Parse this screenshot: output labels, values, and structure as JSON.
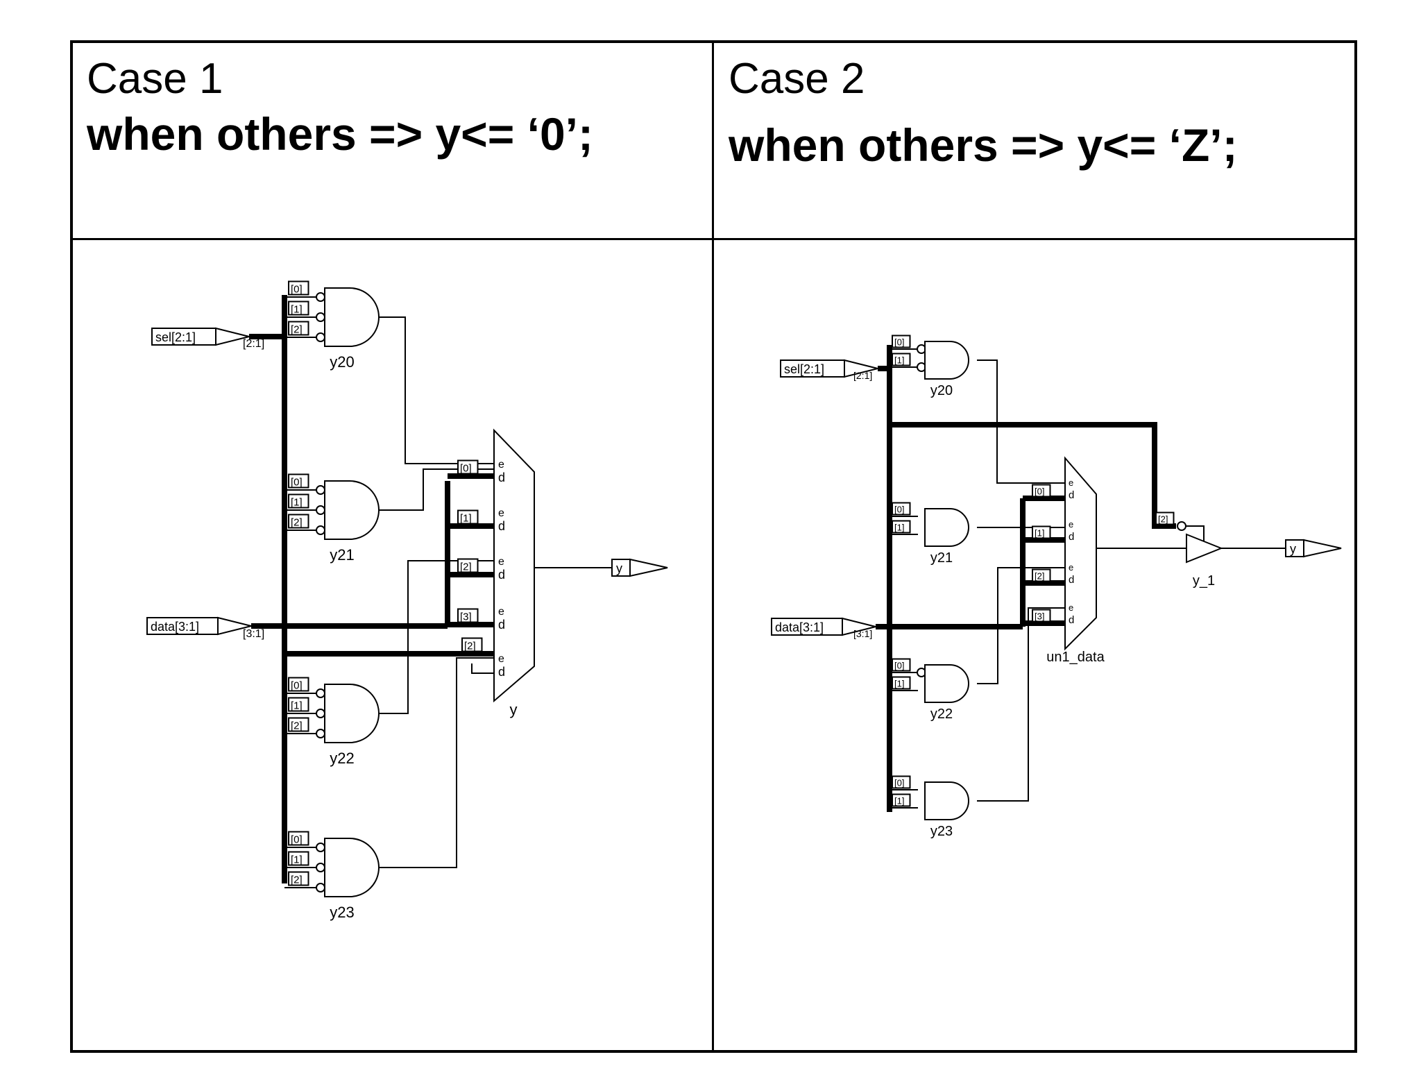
{
  "case1": {
    "title": "Case 1",
    "code": "when others => y<= ‘0’;",
    "schematic": {
      "sel_port": "sel[2:1]",
      "sel_bus": "[2:1]",
      "data_port": "data[3:1]",
      "data_bus": "[3:1]",
      "gates": [
        "y20",
        "y21",
        "y22",
        "y23"
      ],
      "gate_pins": [
        "[0]",
        "[1]",
        "[2]"
      ],
      "mux_label": "y",
      "mux_data_pins": [
        "[0]",
        "[1]",
        "[2]",
        "[3]",
        "[2]"
      ],
      "mux_port_e": "e",
      "mux_port_d": "d",
      "output_port": "y"
    }
  },
  "case2": {
    "title": "Case 2",
    "code": "when others => y<= ‘Z’;",
    "schematic": {
      "sel_port": "sel[2:1]",
      "sel_bus": "[2:1]",
      "data_port": "data[3:1]",
      "data_bus": "[3:1]",
      "gates": [
        "y20",
        "y21",
        "y22",
        "y23"
      ],
      "gate_pins": [
        "[0]",
        "[1]"
      ],
      "mux_label": "un1_data",
      "mux_data_pins": [
        "[0]",
        "[1]",
        "[2]",
        "[3]"
      ],
      "mux_port_e": "e",
      "mux_port_d": "d",
      "buffer_label": "y_1",
      "buffer_pin": "[2]",
      "output_port": "y"
    }
  }
}
